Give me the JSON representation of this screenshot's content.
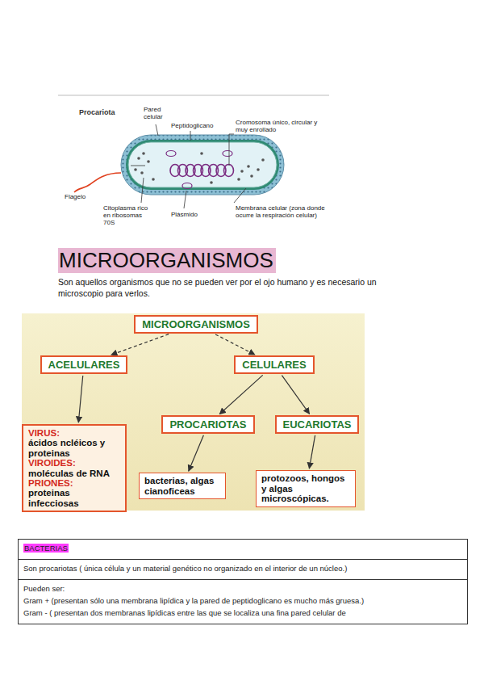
{
  "diagram": {
    "title": "MICROORGANISMOS",
    "nodes": [
      {
        "text": [
          "MICROORGANISMOS"
        ]
      },
      {
        "text": [
          "ACELULARES"
        ]
      },
      {
        "text": [
          "CELULARES"
        ]
      },
      {
        "text": [
          "VIRUS:",
          "ácidos ncléicos y proteinas",
          "VIROIDES:",
          "moléculas de RNA",
          "PRIONES:",
          "proteinas infecciosas"
        ]
      },
      {
        "text": [
          "PROCARIOTAS"
        ]
      },
      {
        "text": [
          "EUCARIOTAS"
        ]
      },
      {
        "text": [
          "bacterias, algas cianoficeas"
        ]
      },
      {
        "text": [
          "protozoos, hongos y algas microscópicas."
        ]
      }
    ],
    "edges": [
      {
        "from": 0,
        "to": 1,
        "arrow": "to"
      },
      {
        "from": 0,
        "to": 2,
        "arrow": "to"
      },
      {
        "from": 1,
        "to": 3,
        "arrow": "to"
      },
      {
        "from": 2,
        "to": 4,
        "arrow": "to"
      },
      {
        "from": 2,
        "to": 5,
        "arrow": "to"
      },
      {
        "from": 4,
        "to": 6,
        "arrow": "to"
      },
      {
        "from": 5,
        "to": 7,
        "arrow": "to"
      }
    ],
    "labels": [
      "Procariota",
      "Pared celular",
      "Peptidoglicano",
      "Cromosoma único, circular y muy enrollado",
      "Flagelo",
      "Citoplasma rico en ribosomas 70S",
      "Plásmido",
      "Membrana celular (zona donde ocurre la respiración celular)",
      "Son aquellos organismos que no se pueden ver por el ojo humano y es necesario un microscopio para verlos.",
      "BACTERIAS",
      "Son procariotas ( única célula y un material genético no organizado en el interior de un núcleo.)",
      "Pueden ser:",
      "Gram + (presentan sólo una membrana lipídica y la pared de peptidoglicano es mucho más gruesa.)",
      "Gram - ( presentan dos membranas lipídicas entre las que se localiza una fina pared celular de"
    ]
  }
}
